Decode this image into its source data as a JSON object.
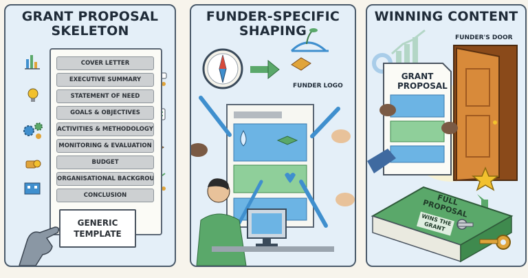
{
  "panels": [
    {
      "title_lines": [
        "GRANT PROPOSAL",
        "SKELETON"
      ],
      "sections": [
        "COVER LETTER",
        "EXECUTIVE SUMMARY",
        "STATEMENT OF NEED",
        "GOALS & OBJECTIVES",
        "ACTIVITIES & METHODOLOGY",
        "MONITORING & EVALUATION",
        "BUDGET",
        "ORGANISATIONAL BACKGROUND",
        "CONCLUSION"
      ],
      "template_label_lines": [
        "GENERIC",
        "TEMPLATE"
      ]
    },
    {
      "title_lines": [
        "FUNDER-SPECIFIC",
        "SHAPING"
      ],
      "funder_logo_label": "FUNDER LOGO"
    },
    {
      "title_lines": [
        "WINNING CONTENT"
      ],
      "door_label": "FUNDER'S DOOR",
      "proposal_label_lines": [
        "GRANT",
        "PROPOSAL"
      ],
      "book_label_lines": [
        "FULL",
        "PROPOSAL"
      ],
      "book_sublabel_lines": [
        "WINS THE",
        "GRANT"
      ]
    }
  ],
  "colors": {
    "panel_bg": "#e4eff8",
    "accent_green": "#5aa86a",
    "accent_blue": "#3f8fce",
    "door_orange": "#c8742e",
    "star_yellow": "#f2c12e"
  },
  "icons": [
    "bar-chart-icon",
    "lightbulb-icon",
    "gears-icon",
    "coins-icon",
    "building-icon",
    "chat-people-icon",
    "checklist-icon",
    "handshake-icon",
    "growth-people-icon",
    "compass-icon",
    "arrow-icon",
    "handshake-bridge-icon",
    "paintbrush-icon",
    "droplet-icon",
    "graduation-cap-icon",
    "heart-icon",
    "star-icon",
    "key-icon",
    "door-icon"
  ]
}
